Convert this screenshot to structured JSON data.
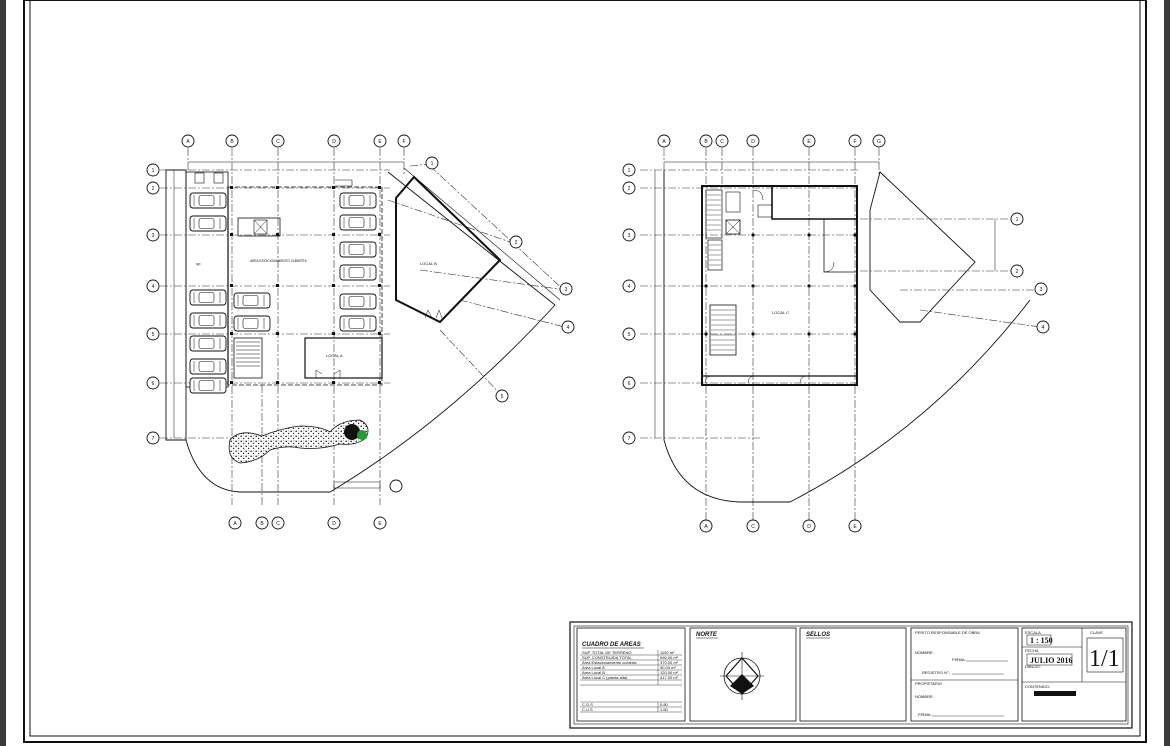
{
  "plans": {
    "left": {
      "area_label": "AREA ESTACIONAMIENTO CUBIERTA",
      "local_a": "LOCAL A",
      "local_b": "LOCAL B",
      "grid_cols": [
        "A",
        "B",
        "C",
        "D",
        "E",
        "F"
      ],
      "grid_rows": [
        "1",
        "2",
        "3",
        "4",
        "5",
        "6",
        "7"
      ],
      "bottom_cols": [
        "A",
        "B",
        "C",
        "D",
        "E"
      ],
      "diag_axes": [
        "1",
        "2",
        "3",
        "4",
        "5"
      ]
    },
    "right": {
      "local_c": "LOCAL C",
      "grid_cols": [
        "A",
        "B",
        "C",
        "D",
        "E",
        "F",
        "G"
      ],
      "grid_rows": [
        "1",
        "2",
        "3",
        "4",
        "5",
        "6",
        "7"
      ],
      "bottom_cols": [
        "A",
        "C",
        "D",
        "E"
      ],
      "right_axes": [
        "1",
        "2",
        "3",
        "4"
      ]
    }
  },
  "title_block": {
    "cuadro": {
      "title": "CUADRO DE AREAS",
      "rows": [
        {
          "label": "SUP. TOTAL DE TERRENO",
          "value": "1130 m²"
        },
        {
          "label": "SUP. CONSTRUIDA TOTAL",
          "value": "990.00 m²"
        },
        {
          "label": "Area Estacionamiento cubierta",
          "value": "370.00 m²"
        },
        {
          "label": "Area Local A",
          "value": "90.00 m²"
        },
        {
          "label": "Area Local B",
          "value": "120.00 m²"
        },
        {
          "label": "Area Local C (planta alta)",
          "value": "417.00 m²"
        }
      ],
      "coefs": [
        {
          "label": "C.O.S",
          "value": "0.80"
        },
        {
          "label": "C.U.S",
          "value": "1.60"
        }
      ]
    },
    "norte_label": "NORTE",
    "sellos_label": "SELLOS",
    "perito": {
      "title": "PERITO RESPONSABLE DE OBRA",
      "nombre": "NOMBRE:",
      "firma": "FIRMA:",
      "registro": "REGISTRO N°:",
      "propietario": "PROPIETARIO",
      "nombre2": "NOMBRE:",
      "firma2": "FIRMA:"
    },
    "escala_label": "ESCALA",
    "escala": "1 : 150",
    "fecha_label": "FECHA",
    "fecha": "JULIO 2016",
    "dibujo_label": "DIBUJO:",
    "contenido_label": "CONTENIDO:",
    "clave_label": "CLAVE",
    "sheet": "1/1"
  },
  "colors": {
    "paper": "#ffffff",
    "line": "#111111",
    "green": "#1e9e2e",
    "frame": "#3a3a3a"
  }
}
